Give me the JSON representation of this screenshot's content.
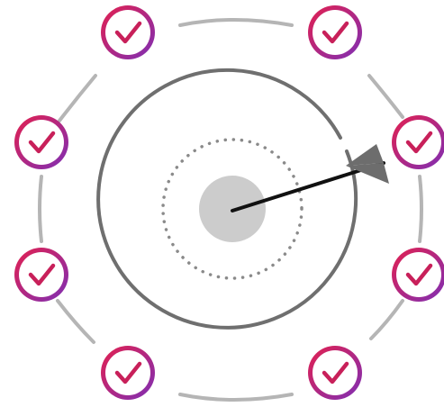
{
  "colors": {
    "background": "#ffffff",
    "outer_ring": "#b5b5b5",
    "middle_ring": "#6f6f6f",
    "inner_dotted_ring": "#8a8a8a",
    "bullseye": "#cccccc",
    "arrow_shaft": "#111111",
    "arrow_fletching": "#6d6d6d",
    "badge_gradient_start": "#e3204f",
    "badge_gradient_end": "#7e2fb5",
    "badge_fill": "#ffffff",
    "checkmark": "#c8205a"
  },
  "icons": {
    "target": "target-icon",
    "arrow": "arrow-icon",
    "checkmark": "check-circle-icon"
  },
  "badges": [
    {
      "name": "top-left"
    },
    {
      "name": "top-right"
    },
    {
      "name": "upper-left"
    },
    {
      "name": "upper-right"
    },
    {
      "name": "lower-left"
    },
    {
      "name": "lower-right"
    },
    {
      "name": "bottom-left"
    },
    {
      "name": "bottom-right"
    }
  ]
}
